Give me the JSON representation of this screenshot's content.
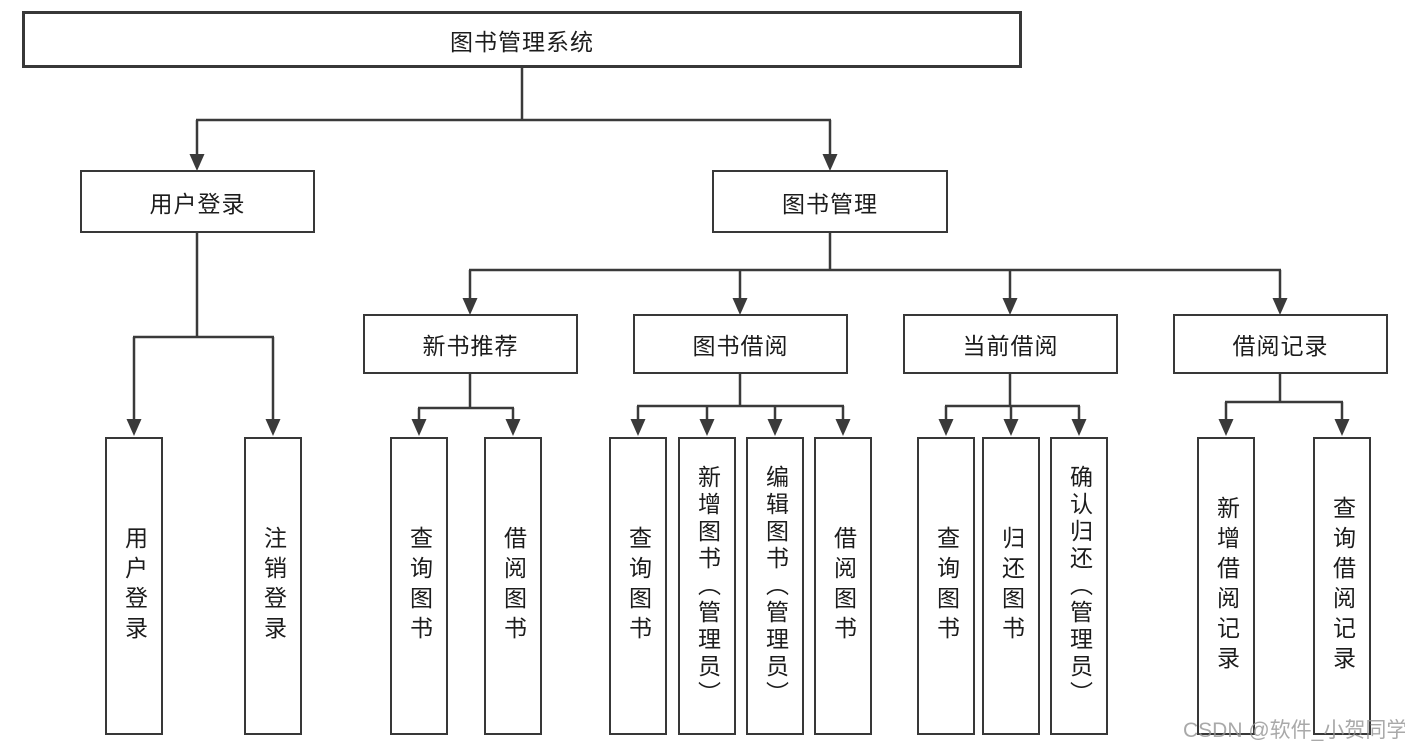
{
  "tree": {
    "label": "图书管理系统",
    "children": [
      {
        "label": "用户登录",
        "children": [
          {
            "label": "用户登录"
          },
          {
            "label": "注销登录"
          }
        ]
      },
      {
        "label": "图书管理",
        "children": [
          {
            "label": "新书推荐",
            "children": [
              {
                "label": "查询图书"
              },
              {
                "label": "借阅图书"
              }
            ]
          },
          {
            "label": "图书借阅",
            "children": [
              {
                "label": "查询图书"
              },
              {
                "label": "新增图书（管理员）"
              },
              {
                "label": "编辑图书（管理员）"
              },
              {
                "label": "借阅图书"
              }
            ]
          },
          {
            "label": "当前借阅",
            "children": [
              {
                "label": "查询图书"
              },
              {
                "label": "归还图书"
              },
              {
                "label": "确认归还（管理员）"
              }
            ]
          },
          {
            "label": "借阅记录",
            "children": [
              {
                "label": "新增借阅记录"
              },
              {
                "label": "查询借阅记录"
              }
            ]
          }
        ]
      }
    ]
  },
  "watermark": "CSDN @软件_小贺同学",
  "colors": {
    "line": "#3a3a3a",
    "text": "#1c1c1c",
    "watermark": "#949494",
    "background": "#ffffff"
  }
}
